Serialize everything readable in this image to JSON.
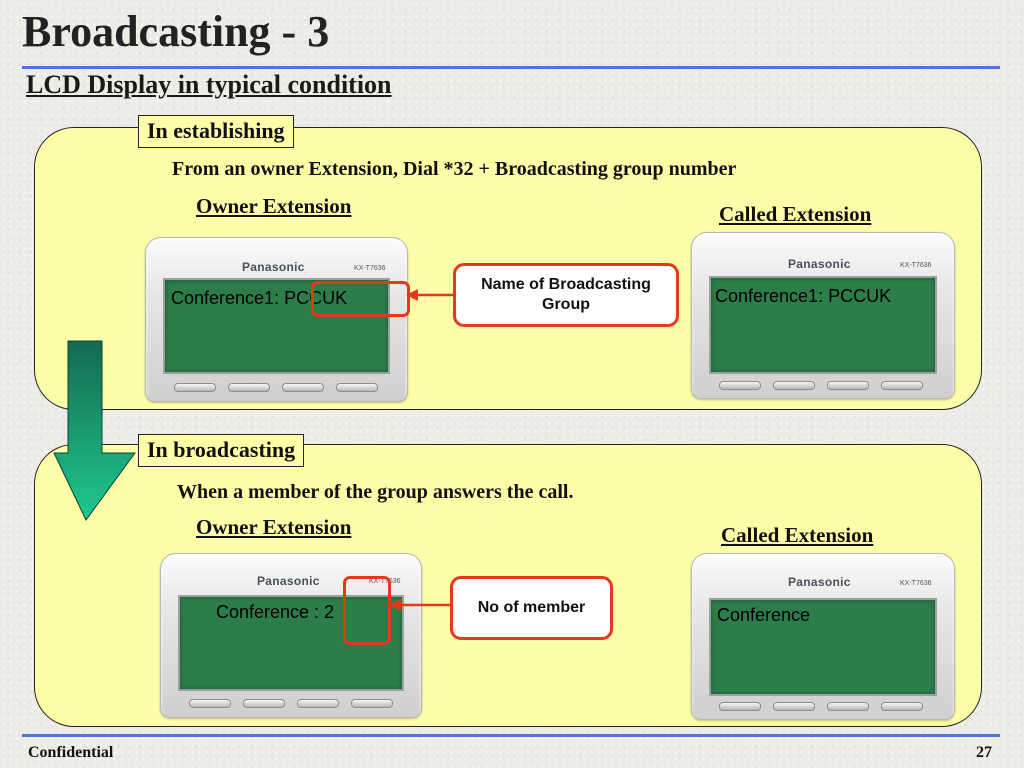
{
  "slide": {
    "title": "Broadcasting - 3",
    "subtitle": "LCD Display in typical condition",
    "footer_left": "Confidential",
    "page_number": "27"
  },
  "phone": {
    "brand": "Panasonic",
    "model": "KX-T7636"
  },
  "colors": {
    "panel_fill": "#fefea8",
    "lcd_green": "#2c7d4a",
    "accent_red": "#e5391b",
    "rule_blue": "#4b77d8",
    "arrow_green": "#19b585"
  },
  "icons": {
    "flow_arrow": "down-arrow-icon",
    "pointer_arrow": "left-arrow-icon"
  },
  "establishing": {
    "tag": "In establishing",
    "instruction": "From an owner Extension, Dial *32 + Broadcasting group number",
    "owner_label": "Owner Extension",
    "called_label": "Called Extension",
    "owner_display": "Conference1: PCCUK",
    "called_display": "Conference1: PCCUK",
    "callout": "Name of Broadcasting Group"
  },
  "broadcasting": {
    "tag": "In broadcasting",
    "instruction": "When a member of the group answers the call.",
    "owner_label": "Owner Extension",
    "called_label": "Called Extension",
    "owner_display": "Conference : 2",
    "called_display": "Conference",
    "callout": "No of member"
  }
}
